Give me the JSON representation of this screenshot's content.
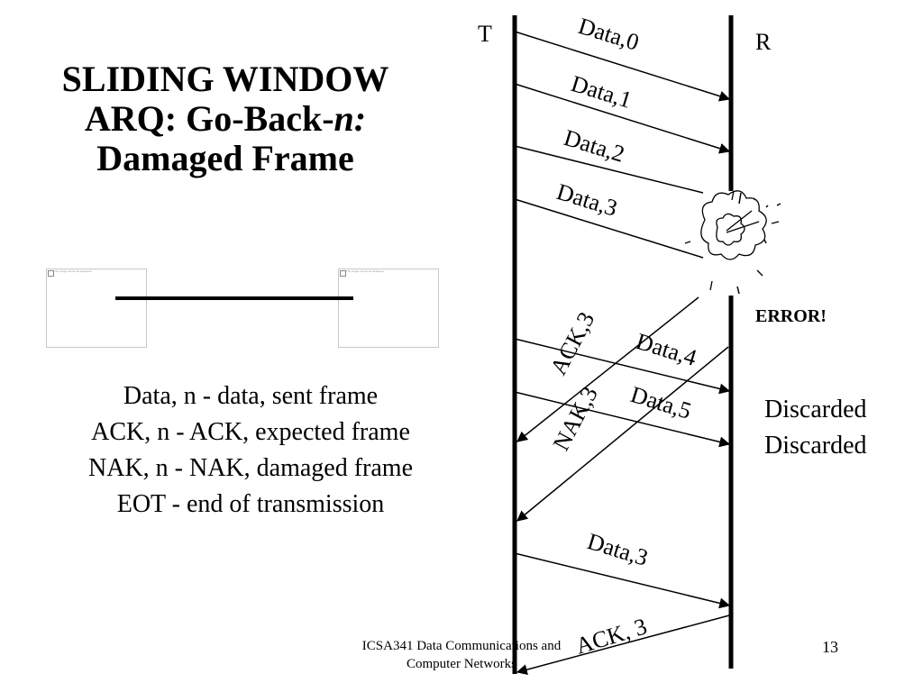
{
  "title": {
    "line1": "SLIDING WINDOW",
    "line2_prefix": "ARQ: Go-Back-",
    "line2_italic": "n:",
    "line3": "Damaged Frame"
  },
  "image_placeholders": [
    {
      "caption": "The image cannot be displayed"
    },
    {
      "caption": "The image cannot be displayed"
    }
  ],
  "legend": [
    "Data, n - data, sent frame",
    "ACK, n - ACK, expected frame",
    "NAK, n - NAK, damaged frame",
    "EOT - end of transmission"
  ],
  "diagram": {
    "transmitter_label": "T",
    "receiver_label": "R",
    "frames": [
      {
        "label": "Data,0"
      },
      {
        "label": "Data,1"
      },
      {
        "label": "Data,2"
      },
      {
        "label": "Data,3"
      },
      {
        "label": "ACK,3"
      },
      {
        "label": "Data,4"
      },
      {
        "label": "NAK,3"
      },
      {
        "label": "Data,5"
      },
      {
        "label": "Data,3"
      },
      {
        "label": "ACK, 3"
      }
    ],
    "error_label": "ERROR!",
    "discard_labels": [
      "Discarded",
      "Discarded"
    ]
  },
  "footer": {
    "line1": "ICSA341 Data Communications and",
    "line2": "Computer Networks"
  },
  "page_number": "13"
}
